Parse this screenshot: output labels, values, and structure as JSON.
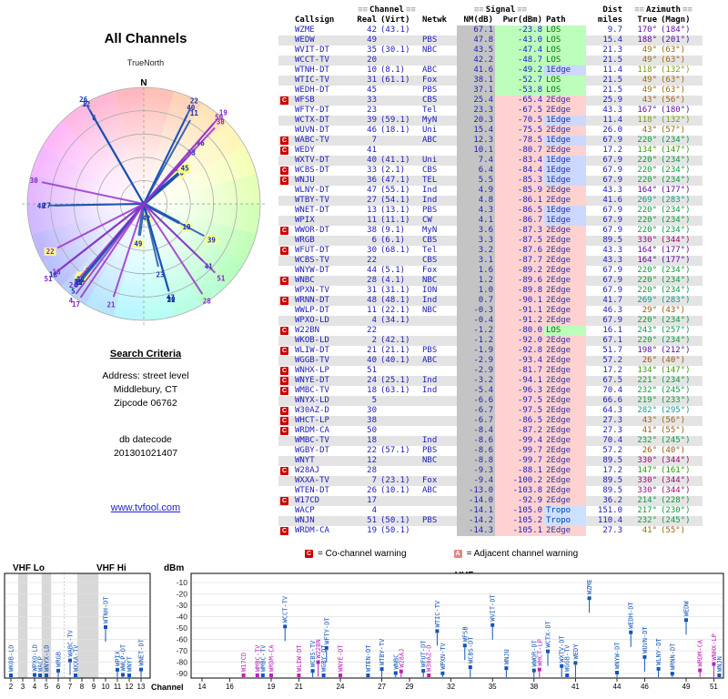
{
  "page": {
    "title": "All Channels",
    "true_north_label": "TrueNorth",
    "north_label": "N"
  },
  "search_criteria": {
    "heading": "Search Criteria",
    "address_line": "Address: street level",
    "city_line": "Middlebury, CT",
    "zip_line": "Zipcode 06762",
    "datecode_label": "db datecode",
    "datecode_value": "201301021407"
  },
  "site_link": {
    "text": "www.tvfool.com"
  },
  "legend": {
    "c_label": "C",
    "c_text": "= Co-channel warning",
    "a_label": "A",
    "a_text": "= Adjacent channel warning"
  },
  "table": {
    "group_headers": {
      "channel": "Channel",
      "signal": "Signal",
      "dist": "Dist",
      "azimuth": "Azimuth"
    },
    "headers": {
      "callsign": "Callsign",
      "real": "Real",
      "virt": "(Virt)",
      "netwk": "Netwk",
      "nm": "NM(dB)",
      "pwr": "Pwr(dBm)",
      "path": "Path",
      "miles": "miles",
      "true": "True",
      "magn": "(Magn)"
    }
  },
  "spectrum_labels": {
    "vhf_lo": "VHF Lo",
    "vhf_hi": "VHF Hi",
    "uhf": "UHF",
    "dbm": "dBm",
    "channel": "Channel",
    "dbm_ticks": [
      -10,
      -20,
      -30,
      -40,
      -50,
      -60,
      -70,
      -80,
      -90
    ],
    "vhf_ticks": [
      2,
      3,
      4,
      5,
      6,
      7,
      8,
      9,
      10,
      11,
      12,
      13
    ],
    "uhf_ticks": [
      14,
      16,
      19,
      21,
      24,
      27,
      29,
      32,
      35,
      38,
      41,
      44,
      46,
      49,
      51
    ]
  },
  "colors": {
    "warn_red": "#cc0000",
    "adjacent_pink": "#e08888",
    "callsign_blue": "#2020bb",
    "nm_bg": "#c4c4c4",
    "pwr_strong_bg": "#bbffbb",
    "pwr_weak_bg": "#ffd2d2",
    "row_alt_bg": "#e4e4e4",
    "bar_blue": "#1a52b0",
    "bar_purple": "#9933cc",
    "station_blue": "#1155bb",
    "station_magenta": "#bb22bb",
    "highlight_yellow": "#ffff88"
  },
  "chart_data": {
    "type": "table",
    "title": "All Channels",
    "columns": [
      "Callsign",
      "Real",
      "(Virt)",
      "Netwk",
      "NM(dB)",
      "Pwr(dBm)",
      "Path",
      "miles",
      "True",
      "(Magn)"
    ],
    "radar": {
      "rings": 5,
      "orientation": "true north up",
      "labels": "real channel numbers",
      "strength_rule": "stronger signals plotted closer to center"
    },
    "spectrum": {
      "ylim": [
        -10,
        -98
      ],
      "panels": [
        "VHF Lo",
        "VHF Hi",
        "UHF"
      ]
    },
    "stations": [
      {
        "warn": "",
        "call": "WZME",
        "real": 42,
        "virt": "(43.1)",
        "net": "",
        "nm": 67.1,
        "pwr": -23.8,
        "path": "LOS",
        "mi": 9.7,
        "az": 170,
        "magn": 184
      },
      {
        "warn": "",
        "call": "WEDW",
        "real": 49,
        "virt": "",
        "net": "PBS",
        "nm": 47.8,
        "pwr": -43.0,
        "path": "LOS",
        "mi": 15.4,
        "az": 188,
        "magn": 201
      },
      {
        "warn": "",
        "call": "WVIT-DT",
        "real": 35,
        "virt": "(30.1)",
        "net": "NBC",
        "nm": 43.5,
        "pwr": -47.4,
        "path": "LOS",
        "mi": 21.3,
        "az": 49,
        "magn": 63
      },
      {
        "warn": "",
        "call": "WCCT-TV",
        "real": 20,
        "virt": "",
        "net": "",
        "nm": 42.2,
        "pwr": -48.7,
        "path": "LOS",
        "mi": 21.5,
        "az": 49,
        "magn": 63
      },
      {
        "warn": "",
        "call": "WTNH-DT",
        "real": 10,
        "virt": "(8.1)",
        "net": "ABC",
        "nm": 41.6,
        "pwr": -49.2,
        "path": "1Edge",
        "mi": 11.4,
        "az": 118,
        "magn": 132
      },
      {
        "warn": "",
        "call": "WTIC-TV",
        "real": 31,
        "virt": "(61.1)",
        "net": "Fox",
        "nm": 38.1,
        "pwr": -52.7,
        "path": "LOS",
        "mi": 21.5,
        "az": 49,
        "magn": 63
      },
      {
        "warn": "",
        "call": "WEDH-DT",
        "real": 45,
        "virt": "",
        "net": "PBS",
        "nm": 37.1,
        "pwr": -53.8,
        "path": "LOS",
        "mi": 21.5,
        "az": 49,
        "magn": 63
      },
      {
        "warn": "C",
        "call": "WFSB",
        "real": 33,
        "virt": "",
        "net": "CBS",
        "nm": 25.4,
        "pwr": -65.4,
        "path": "2Edge",
        "mi": 25.9,
        "az": 43,
        "magn": 56
      },
      {
        "warn": "",
        "call": "WFTY-DT",
        "real": 23,
        "virt": "",
        "net": "Tel",
        "nm": 23.3,
        "pwr": -67.5,
        "path": "2Edge",
        "mi": 43.3,
        "az": 167,
        "magn": 180
      },
      {
        "warn": "",
        "call": "WCTX-DT",
        "real": 39,
        "virt": "(59.1)",
        "net": "MyN",
        "nm": 20.3,
        "pwr": -70.5,
        "path": "1Edge",
        "mi": 11.4,
        "az": 118,
        "magn": 132
      },
      {
        "warn": "",
        "call": "WUVN-DT",
        "real": 46,
        "virt": "(18.1)",
        "net": "Uni",
        "nm": 15.4,
        "pwr": -75.5,
        "path": "2Edge",
        "mi": 26.0,
        "az": 43,
        "magn": 57
      },
      {
        "warn": "C",
        "call": "WABC-TV",
        "real": 7,
        "virt": "",
        "net": "ABC",
        "nm": 12.3,
        "pwr": -78.5,
        "path": "1Edge",
        "mi": 67.9,
        "az": 220,
        "magn": 234
      },
      {
        "warn": "C",
        "call": "WEDY",
        "real": 41,
        "virt": "",
        "net": "",
        "nm": 10.1,
        "pwr": -80.7,
        "path": "2Edge",
        "mi": 17.2,
        "az": 134,
        "magn": 147
      },
      {
        "warn": "",
        "call": "WXTV-DT",
        "real": 40,
        "virt": "(41.1)",
        "net": "Uni",
        "nm": 7.4,
        "pwr": -83.4,
        "path": "1Edge",
        "mi": 67.9,
        "az": 220,
        "magn": 234
      },
      {
        "warn": "C",
        "call": "WCBS-DT",
        "real": 33,
        "virt": "(2.1)",
        "net": "CBS",
        "nm": 6.4,
        "pwr": -84.4,
        "path": "1Edge",
        "mi": 67.9,
        "az": 220,
        "magn": 234
      },
      {
        "warn": "C",
        "call": "WNJU",
        "real": 36,
        "virt": "(47.1)",
        "net": "TEL",
        "nm": 5.5,
        "pwr": -85.3,
        "path": "1Edge",
        "mi": 67.9,
        "az": 220,
        "magn": 234
      },
      {
        "warn": "",
        "call": "WLNY-DT",
        "real": 47,
        "virt": "(55.1)",
        "net": "Ind",
        "nm": 4.9,
        "pwr": -85.9,
        "path": "2Edge",
        "mi": 43.3,
        "az": 164,
        "magn": 177
      },
      {
        "warn": "",
        "call": "WTBY-TV",
        "real": 27,
        "virt": "(54.1)",
        "net": "Ind",
        "nm": 4.8,
        "pwr": -86.1,
        "path": "2Edge",
        "mi": 41.6,
        "az": 269,
        "magn": 283
      },
      {
        "warn": "",
        "call": "WNET-DT",
        "real": 13,
        "virt": "(13.1)",
        "net": "PBS",
        "nm": 4.3,
        "pwr": -86.5,
        "path": "1Edge",
        "mi": 67.9,
        "az": 220,
        "magn": 234
      },
      {
        "warn": "",
        "call": "WPIX",
        "real": 11,
        "virt": "(11.1)",
        "net": "CW",
        "nm": 4.1,
        "pwr": -86.7,
        "path": "1Edge",
        "mi": 67.9,
        "az": 220,
        "magn": 234
      },
      {
        "warn": "C",
        "call": "WWOR-DT",
        "real": 38,
        "virt": "(9.1)",
        "net": "MyN",
        "nm": 3.6,
        "pwr": -87.3,
        "path": "2Edge",
        "mi": 67.9,
        "az": 220,
        "magn": 234
      },
      {
        "warn": "",
        "call": "WRGB",
        "real": 6,
        "virt": "(6.1)",
        "net": "CBS",
        "nm": 3.3,
        "pwr": -87.5,
        "path": "2Edge",
        "mi": 89.5,
        "az": 330,
        "magn": 344
      },
      {
        "warn": "C",
        "call": "WFUT-DT",
        "real": 30,
        "virt": "(68.1)",
        "net": "Tel",
        "nm": 3.2,
        "pwr": -87.6,
        "path": "2Edge",
        "mi": 43.3,
        "az": 164,
        "magn": 177
      },
      {
        "warn": "",
        "call": "WCBS-TV",
        "real": 22,
        "virt": "",
        "net": "CBS",
        "nm": 3.1,
        "pwr": -87.7,
        "path": "2Edge",
        "mi": 43.3,
        "az": 164,
        "magn": 177
      },
      {
        "warn": "",
        "call": "WNYW-DT",
        "real": 44,
        "virt": "(5.1)",
        "net": "Fox",
        "nm": 1.6,
        "pwr": -89.2,
        "path": "2Edge",
        "mi": 67.9,
        "az": 220,
        "magn": 234
      },
      {
        "warn": "C",
        "call": "WNBC",
        "real": 28,
        "virt": "(4.1)",
        "net": "NBC",
        "nm": 1.2,
        "pwr": -89.6,
        "path": "2Edge",
        "mi": 67.9,
        "az": 220,
        "magn": 234
      },
      {
        "warn": "",
        "call": "WPXN-TV",
        "real": 31,
        "virt": "(31.1)",
        "net": "ION",
        "nm": 1.0,
        "pwr": -89.8,
        "path": "2Edge",
        "mi": 67.9,
        "az": 220,
        "magn": 234
      },
      {
        "warn": "C",
        "call": "WRNN-DT",
        "real": 48,
        "virt": "(48.1)",
        "net": "Ind",
        "nm": 0.7,
        "pwr": -90.1,
        "path": "2Edge",
        "mi": 41.7,
        "az": 269,
        "magn": 283
      },
      {
        "warn": "",
        "call": "WWLP-DT",
        "real": 11,
        "virt": "(22.1)",
        "net": "NBC",
        "nm": -0.3,
        "pwr": -91.1,
        "path": "2Edge",
        "mi": 46.3,
        "az": 29,
        "magn": 43
      },
      {
        "warn": "",
        "call": "WPXO-LD",
        "real": 4,
        "virt": "(34.1)",
        "net": "",
        "nm": -0.4,
        "pwr": -91.2,
        "path": "2Edge",
        "mi": 67.9,
        "az": 220,
        "magn": 234
      },
      {
        "warn": "C",
        "call": "W22BN",
        "real": 22,
        "virt": "",
        "net": "",
        "nm": -1.2,
        "pwr": -80.0,
        "path": "LOS",
        "mi": 16.1,
        "az": 243,
        "magn": 257
      },
      {
        "warn": "",
        "call": "WKOB-LD",
        "real": 2,
        "virt": "(42.1)",
        "net": "",
        "nm": -1.2,
        "pwr": -92.0,
        "path": "2Edge",
        "mi": 67.1,
        "az": 220,
        "magn": 234
      },
      {
        "warn": "C",
        "call": "WLIW-DT",
        "real": 21,
        "virt": "(21.1)",
        "net": "PBS",
        "nm": -1.9,
        "pwr": -92.8,
        "path": "2Edge",
        "mi": 51.7,
        "az": 198,
        "magn": 212
      },
      {
        "warn": "",
        "call": "WGGB-TV",
        "real": 40,
        "virt": "(40.1)",
        "net": "ABC",
        "nm": -2.9,
        "pwr": -93.4,
        "path": "2Edge",
        "mi": 57.2,
        "az": 26,
        "magn": 40
      },
      {
        "warn": "C",
        "call": "WNHX-LP",
        "real": 51,
        "virt": "",
        "net": "",
        "nm": -2.9,
        "pwr": -81.7,
        "path": "2Edge",
        "mi": 17.2,
        "az": 134,
        "magn": 147
      },
      {
        "warn": "C",
        "call": "WNYE-DT",
        "real": 24,
        "virt": "(25.1)",
        "net": "Ind",
        "nm": -3.2,
        "pwr": -94.1,
        "path": "2Edge",
        "mi": 67.5,
        "az": 221,
        "magn": 234
      },
      {
        "warn": "C",
        "call": "WMBC-TV",
        "real": 18,
        "virt": "(63.1)",
        "net": "Ind",
        "nm": -5.4,
        "pwr": -96.3,
        "path": "2Edge",
        "mi": 70.4,
        "az": 232,
        "magn": 245
      },
      {
        "warn": "",
        "call": "WNYX-LD",
        "real": 5,
        "virt": "",
        "net": "",
        "nm": -6.6,
        "pwr": -97.5,
        "path": "2Edge",
        "mi": 66.6,
        "az": 219,
        "magn": 233
      },
      {
        "warn": "C",
        "call": "W30AZ-D",
        "real": 30,
        "virt": "",
        "net": "",
        "nm": -6.7,
        "pwr": -97.5,
        "path": "2Edge",
        "mi": 64.3,
        "az": 282,
        "magn": 295
      },
      {
        "warn": "C",
        "call": "WHCT-LP",
        "real": 38,
        "virt": "",
        "net": "",
        "nm": -6.7,
        "pwr": -86.5,
        "path": "2Edge",
        "mi": 27.3,
        "az": 43,
        "magn": 56
      },
      {
        "warn": "C",
        "call": "WRDM-CA",
        "real": 50,
        "virt": "",
        "net": "",
        "nm": -8.4,
        "pwr": -87.2,
        "path": "2Edge",
        "mi": 27.3,
        "az": 41,
        "magn": 55
      },
      {
        "warn": "",
        "call": "WMBC-TV",
        "real": 18,
        "virt": "",
        "net": "Ind",
        "nm": -8.6,
        "pwr": -99.4,
        "path": "2Edge",
        "mi": 70.4,
        "az": 232,
        "magn": 245
      },
      {
        "warn": "",
        "call": "WGBY-DT",
        "real": 22,
        "virt": "(57.1)",
        "net": "PBS",
        "nm": -8.6,
        "pwr": -99.7,
        "path": "2Edge",
        "mi": 57.2,
        "az": 26,
        "magn": 40
      },
      {
        "warn": "",
        "call": "WNYT",
        "real": 12,
        "virt": "",
        "net": "NBC",
        "nm": -8.8,
        "pwr": -99.7,
        "path": "2Edge",
        "mi": 89.5,
        "az": 330,
        "magn": 344
      },
      {
        "warn": "C",
        "call": "W28AJ",
        "real": 28,
        "virt": "",
        "net": "",
        "nm": -9.3,
        "pwr": -88.1,
        "path": "2Edge",
        "mi": 17.2,
        "az": 147,
        "magn": 161
      },
      {
        "warn": "",
        "call": "WXXA-TV",
        "real": 7,
        "virt": "(23.1)",
        "net": "Fox",
        "nm": -9.4,
        "pwr": -100.2,
        "path": "2Edge",
        "mi": 89.5,
        "az": 330,
        "magn": 344
      },
      {
        "warn": "",
        "call": "WTEN-DT",
        "real": 26,
        "virt": "(10.1)",
        "net": "ABC",
        "nm": -13.0,
        "pwr": -103.8,
        "path": "2Edge",
        "mi": 89.5,
        "az": 330,
        "magn": 344
      },
      {
        "warn": "C",
        "call": "W17CD",
        "real": 17,
        "virt": "",
        "net": "",
        "nm": -14.0,
        "pwr": -92.9,
        "path": "2Edge",
        "mi": 36.2,
        "az": 214,
        "magn": 228
      },
      {
        "warn": "",
        "call": "WACP",
        "real": 4,
        "virt": "",
        "net": "",
        "nm": -14.1,
        "pwr": -105.0,
        "path": "Tropo",
        "mi": 151.0,
        "az": 217,
        "magn": 230
      },
      {
        "warn": "",
        "call": "WNJN",
        "real": 51,
        "virt": "(50.1)",
        "net": "PBS",
        "nm": -14.2,
        "pwr": -105.2,
        "path": "Tropo",
        "mi": 110.4,
        "az": 232,
        "magn": 245
      },
      {
        "warn": "C",
        "call": "WRDM-CA",
        "real": 19,
        "virt": "(50.1)",
        "net": "",
        "nm": -14.3,
        "pwr": -105.1,
        "path": "2Edge",
        "mi": 27.3,
        "az": 41,
        "magn": 55
      }
    ]
  }
}
